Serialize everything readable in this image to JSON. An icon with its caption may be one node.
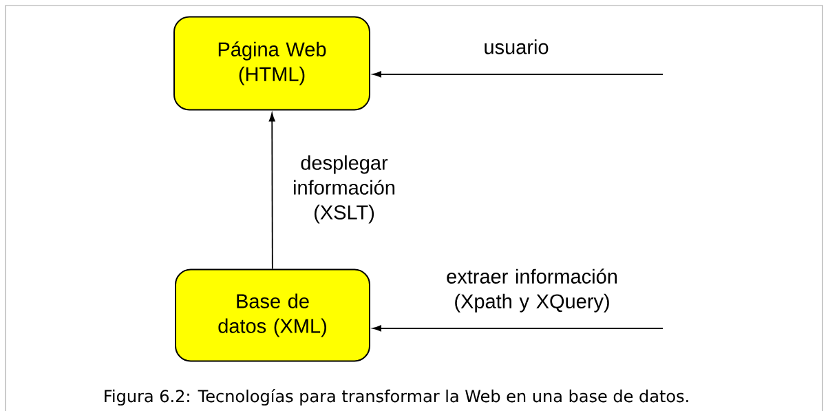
{
  "diagram": {
    "caption": "Figura 6.2: Tecnologías para transformar la Web en una base de datos.",
    "nodes": [
      {
        "text": [
          "Página Web (HTML)"
        ]
      },
      {
        "text": [
          "Base de datos (XML)"
        ]
      }
    ],
    "edges": [
      {
        "from": null,
        "to": 0,
        "arrow": "to",
        "label": "usuario"
      },
      {
        "from": 1,
        "to": 0,
        "arrow": "to",
        "label": "desplegar información (XSLT)"
      },
      {
        "from": null,
        "to": 1,
        "arrow": "to",
        "label": "extraer información (Xpath y XQuery)"
      }
    ]
  }
}
